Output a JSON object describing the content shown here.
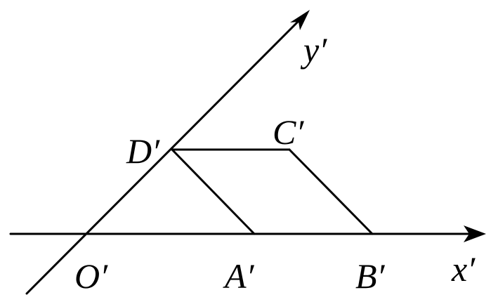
{
  "labels": {
    "origin": "O′",
    "a": "A′",
    "b": "B′",
    "c": "C′",
    "d": "D′",
    "x_axis": "x′",
    "y_axis": "y′"
  },
  "colors": {
    "stroke": "#000000",
    "background": "#ffffff"
  }
}
